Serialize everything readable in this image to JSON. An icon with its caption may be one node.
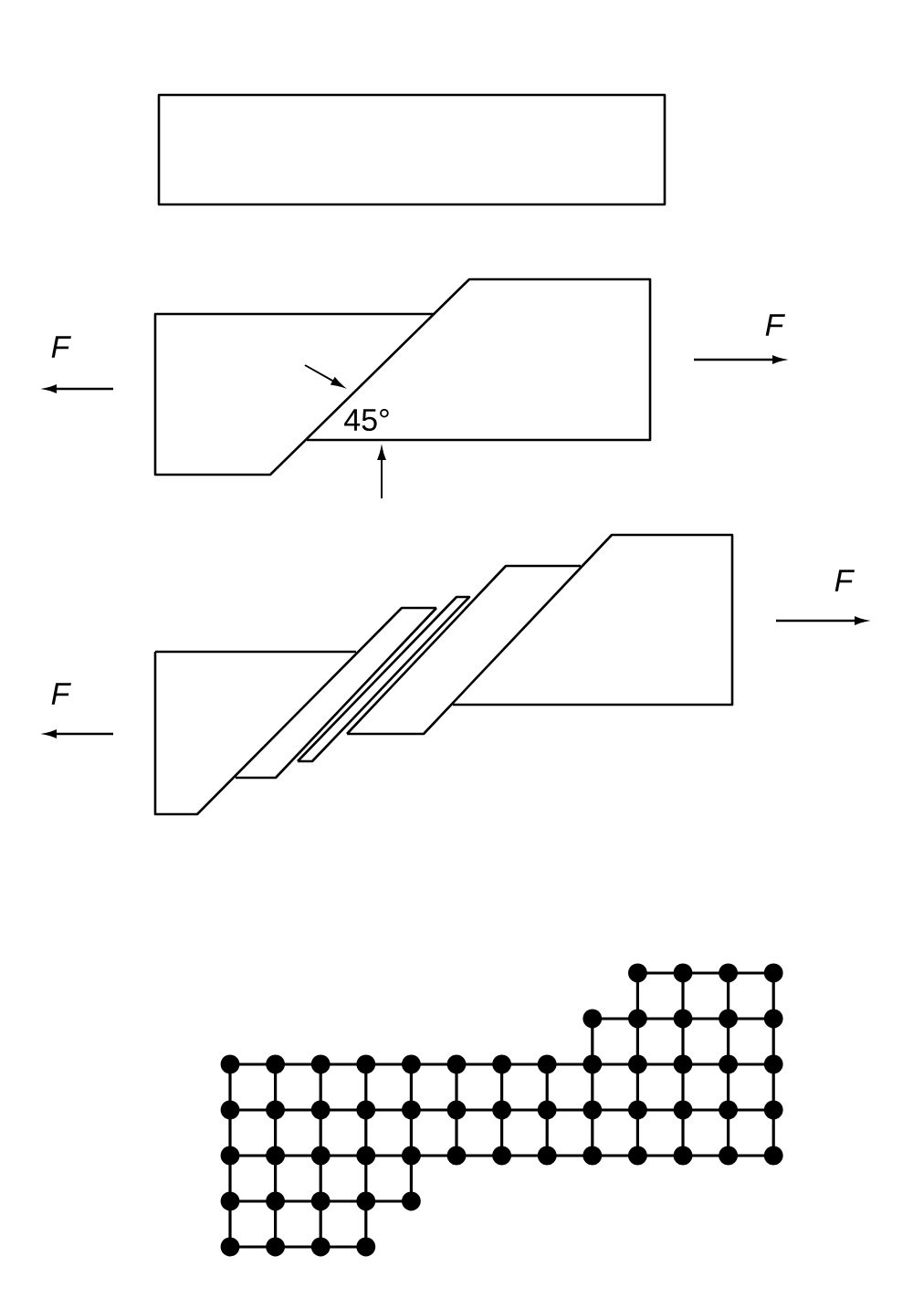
{
  "diagram": {
    "labels": [
      "F",
      "F",
      "45°",
      "F",
      "F"
    ]
  }
}
